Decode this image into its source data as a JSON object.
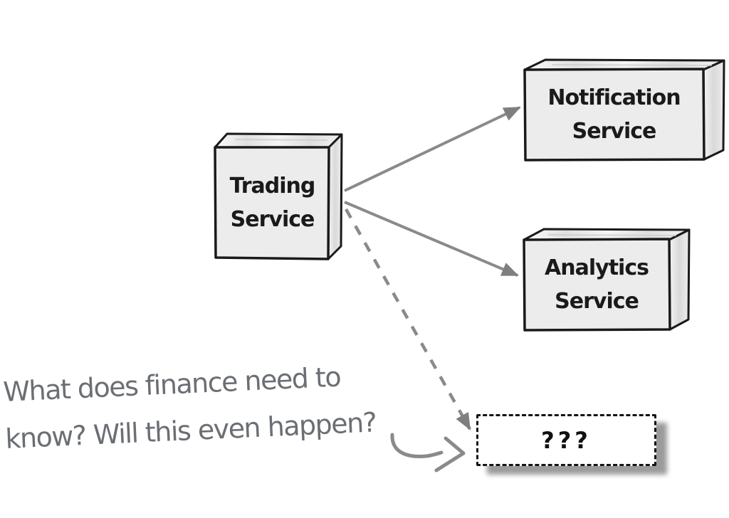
{
  "colors": {
    "background": "#ffffff",
    "box_fill": "#ececec",
    "box_stroke": "#1a1a1a",
    "arrow_gray": "#8a8a8a",
    "annotation_text": "#6b6f74",
    "label_text": "#1a1a1a",
    "mystery_border": "#141414",
    "mystery_shadow": "#9b9b9b"
  },
  "nodes": {
    "trading": {
      "line1": "Trading",
      "line2": "Service"
    },
    "notification": {
      "line1": "Notification",
      "line2": "Service"
    },
    "analytics": {
      "line1": "Analytics",
      "line2": "Service"
    },
    "mystery": {
      "label": "???"
    }
  },
  "edges": [
    {
      "from": "trading",
      "to": "notification",
      "style": "solid"
    },
    {
      "from": "trading",
      "to": "analytics",
      "style": "solid"
    },
    {
      "from": "trading",
      "to": "mystery",
      "style": "dashed"
    }
  ],
  "annotation": {
    "line1": "What does finance need to",
    "line2": "know? Will this even happen?",
    "points_to": "mystery"
  }
}
